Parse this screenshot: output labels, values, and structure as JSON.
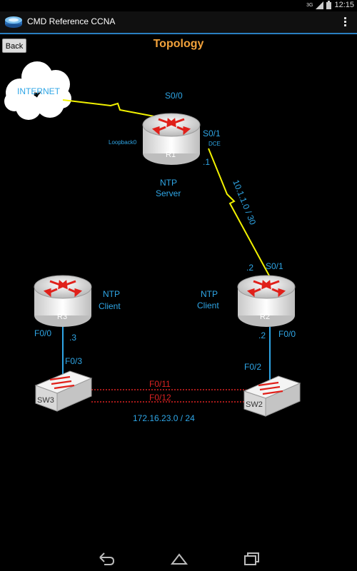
{
  "status": {
    "signal": "3G",
    "time": "12:15"
  },
  "app": {
    "title": "CMD Reference CCNA",
    "back_label": "Back",
    "page_title": "Topology"
  },
  "topology": {
    "internet": "INTERNET",
    "r1": {
      "name": "R1",
      "s00": "S0/0",
      "s01": "S0/1",
      "loopback": "Loopback0",
      "dce": "DCE",
      "ip_end": ".1",
      "role_line1": "NTP",
      "role_line2": "Server"
    },
    "link_r1_r2": "10.1.1.0 / 30",
    "r2": {
      "name": "R2",
      "s01": "S0/1",
      "ip_s01": ".2",
      "role_line1": "NTP",
      "role_line2": "Client",
      "ip_f00": ".2",
      "f00": "F0/0"
    },
    "r3": {
      "name": "R3",
      "role_line1": "NTP",
      "role_line2": "Client",
      "f00": "F0/0",
      "ip_f00": ".3"
    },
    "sw3": {
      "name": "SW3",
      "f03": "F0/3"
    },
    "sw2": {
      "name": "SW2",
      "f02": "F0/2"
    },
    "trunk": {
      "port1": "F0/11",
      "port2": "F0/12"
    },
    "lan": "172.16.23.0 / 24"
  }
}
